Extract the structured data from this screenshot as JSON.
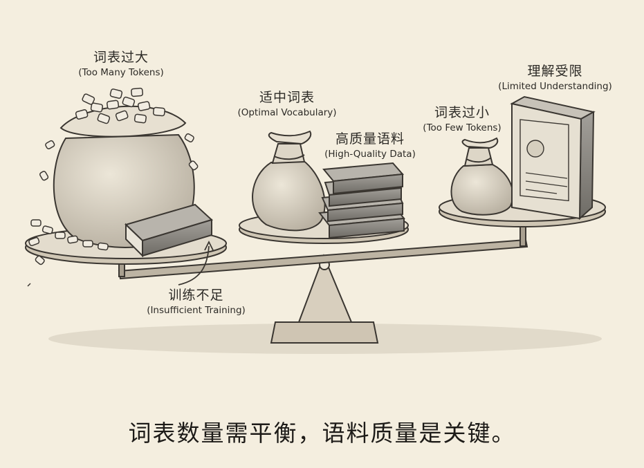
{
  "labels": {
    "too_many": {
      "zh": "词表过大",
      "en": "(Too Many Tokens)"
    },
    "optimal": {
      "zh": "适中词表",
      "en": "(Optimal Vocabulary)"
    },
    "quality_data": {
      "zh": "高质量语料",
      "en": "(High-Quality Data)"
    },
    "too_few": {
      "zh": "词表过小",
      "en": "(Too Few Tokens)"
    },
    "limited": {
      "zh": "理解受限",
      "en": "(Limited Understanding)"
    },
    "insufficient": {
      "zh": "训练不足",
      "en": "(Insufficient Training)"
    }
  },
  "caption": "词表数量需平衡，语料质量是关键。",
  "colors": {
    "background": "#f4eedf",
    "ink": "#3a3631",
    "sack": "#ddd6c7",
    "book": "#8a8780",
    "fulcrum": "#c9bfae"
  }
}
